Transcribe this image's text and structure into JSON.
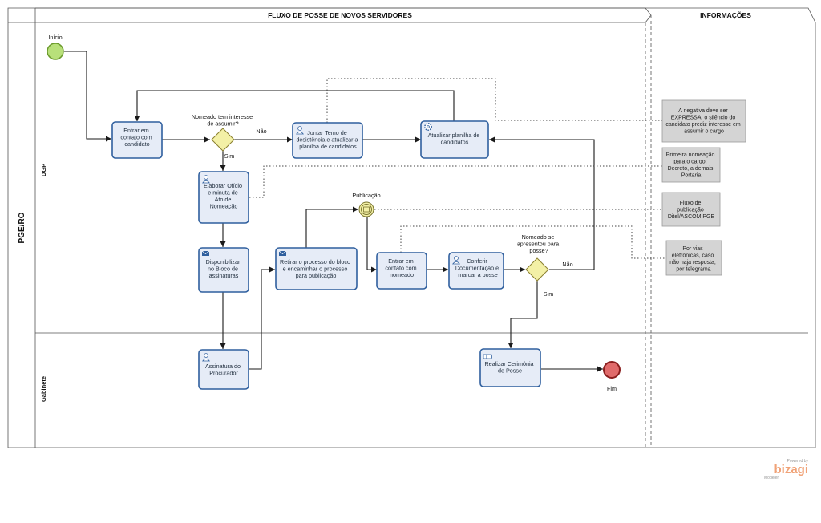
{
  "pool": {
    "label": "PGE/RO"
  },
  "lanes": [
    {
      "label": "DGP"
    },
    {
      "label": "Gabinete"
    }
  ],
  "headers": {
    "flow": "FLUXO DE POSSE DE NOVOS SERVIDORES",
    "info": "INFORMAÇÕES"
  },
  "events": {
    "start": {
      "label": "Início"
    },
    "end": {
      "label": "Fim"
    },
    "intermediate": {
      "label": "Publicação"
    }
  },
  "gateways": {
    "g1": {
      "lines": [
        "Nomeado tem interesse",
        "de assumir?"
      ],
      "yes": "Sim",
      "no": "Não"
    },
    "g2": {
      "lines": [
        "Nomeado se",
        "apresentou para",
        "posse?"
      ],
      "yes": "Sim",
      "no": "Não"
    }
  },
  "tasks": {
    "t1": {
      "lines": [
        "Entrar em",
        "contato com",
        "candidato"
      ],
      "icon": "none"
    },
    "t2": {
      "lines": [
        "Juntar Temo de",
        "desistência e atualizar a",
        "planilha de candidatos"
      ],
      "icon": "user-icon"
    },
    "t3": {
      "lines": [
        "Atualizar planilha de",
        "candidatos"
      ],
      "icon": "gear-icon"
    },
    "t4": {
      "lines": [
        "Elaborar Ofício",
        "e minuta de",
        "Ato de",
        "Nomeação"
      ],
      "icon": "user-icon"
    },
    "t5": {
      "lines": [
        "Disponibilizar",
        "no Bloco de",
        "assinaturas"
      ],
      "icon": "envelope-icon"
    },
    "t6": {
      "lines": [
        "Retirar o processo do bloco",
        "e encaminhar o processo",
        "para publicação"
      ],
      "icon": "envelope-icon"
    },
    "t7": {
      "lines": [
        "Entrar em",
        "contato com",
        "nomeado"
      ],
      "icon": "none"
    },
    "t8": {
      "lines": [
        "Conferir",
        "Documentação e",
        "marcar a posse"
      ],
      "icon": "user-icon"
    },
    "t9": {
      "lines": [
        "Assinatura do",
        "Procurador"
      ],
      "icon": "user-icon"
    },
    "t10": {
      "lines": [
        "Realizar Cerimônia",
        "de Posse"
      ],
      "icon": "hand-icon"
    }
  },
  "annotations": {
    "a1": {
      "lines": [
        "A negativa deve ser",
        "EXPRESSA, o silêncio do",
        "candidato prediz interesse em",
        "assumir o cargo"
      ]
    },
    "a2": {
      "lines": [
        "Primeira nomeação",
        "para o cargo:",
        "Decreto, a demais",
        "Portaria"
      ]
    },
    "a3": {
      "lines": [
        "Fluxo de",
        "publicação",
        "Ditel/ASCOM PGE"
      ]
    },
    "a4": {
      "lines": [
        "Por vias",
        "eletrônicas, caso",
        "não haja resposta,",
        "por telegrama"
      ]
    }
  },
  "branding": {
    "powered": "Powered by",
    "brand": "bizagi",
    "product": "Modeler"
  },
  "colors": {
    "task_fill": "#e6ecf7",
    "task_border": "#2f5f9e",
    "start_fill": "#b8e07a",
    "end_fill": "#e06a6a",
    "gateway_fill": "#f3f0a6",
    "annotation_fill": "#d4d4d4",
    "brand": "#f0a277"
  }
}
